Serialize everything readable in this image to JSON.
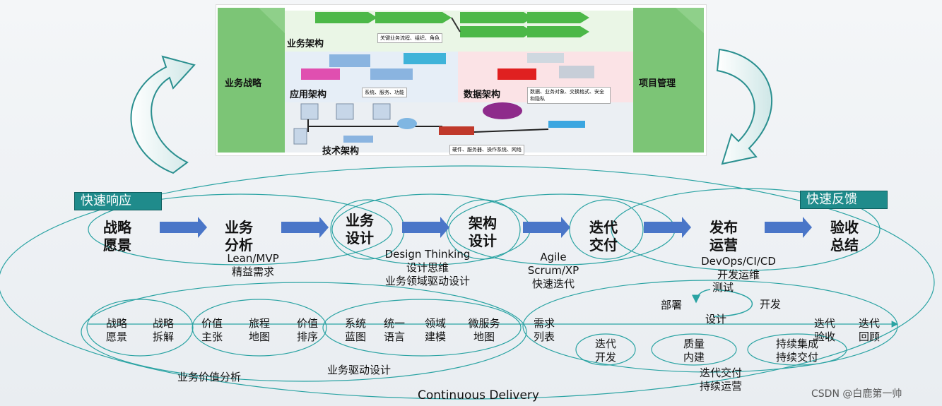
{
  "top_diagram": {
    "business_strategy": "业务战略",
    "project_management": "项目管理",
    "business_arch": "业务架构",
    "business_arch_note": "关键业务流程、组织、角色",
    "app_arch": "应用架构",
    "app_arch_note": "系统、服务、功能",
    "data_arch": "数据架构",
    "data_arch_note": "数据、业务对象、交换格式、安全和隐私",
    "tech_arch": "技术架构",
    "tech_arch_note": "硬件、服务器、操作系统、网络"
  },
  "tags": {
    "left": "快速响应",
    "right": "快速反馈"
  },
  "stages": [
    {
      "title": "战略\n愿景",
      "sub": ""
    },
    {
      "title": "业务\n分析",
      "sub": "Lean/MVP\n精益需求"
    },
    {
      "title": "业务\n设计",
      "sub": "Design Thinking\n设计思维\n业务领域驱动设计"
    },
    {
      "title": "架构\n设计",
      "sub": ""
    },
    {
      "title": "迭代\n交付",
      "sub": "Agile\nScrum/XP\n快速迭代"
    },
    {
      "title": "发布\n运营",
      "sub": "DevOps/CI/CD\n开发运维"
    },
    {
      "title": "验收\n总结",
      "sub": ""
    }
  ],
  "value_analysis": {
    "items": [
      "战略\n愿景",
      "战略\n拆解",
      "价值\n主张",
      "旅程\n地图",
      "价值\n排序"
    ],
    "label": "业务价值分析"
  },
  "domain_design": {
    "items": [
      "系统\n蓝图",
      "统一\n语言",
      "领域\n建模",
      "微服务\n地图"
    ],
    "label": "业务驱动设计"
  },
  "iteration": {
    "backlog": "需求\n列表",
    "cycle": {
      "test": "测试",
      "dev": "开发",
      "design": "设计",
      "deploy": "部署"
    },
    "iter_acceptance": "迭代\n验收",
    "iter_review": "迭代\n回顾",
    "iter_dev": "迭代\n开发",
    "quality": "质量\n内建",
    "ci_cd": "持续集成\n持续交付",
    "bottom": "迭代交付\n持续运营"
  },
  "continuous_delivery": "Continuous Delivery",
  "watermark": "CSDN @白鹿第一帅"
}
